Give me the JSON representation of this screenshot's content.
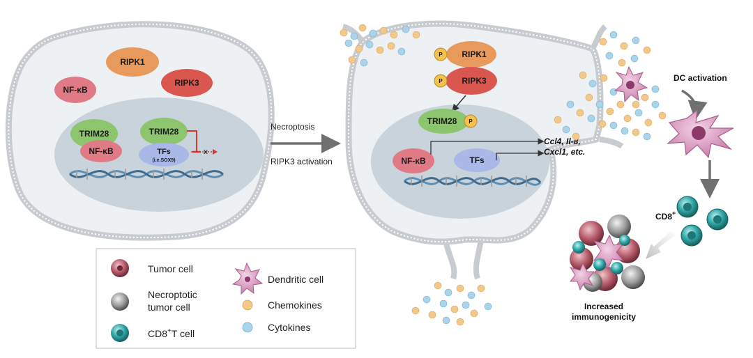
{
  "left_cell": {
    "ripk1": "RIPK1",
    "ripk3": "RIPK3",
    "nfkb": "NF-κB",
    "trim28_a": "TRIM28",
    "nfkb_bound": "NF-κB",
    "trim28_b": "TRIM28",
    "tfs": "TFs",
    "tfs_note": "(i.e.SOX9)"
  },
  "transition": {
    "top_label": "Necroptosis",
    "bottom_label": "RIPK3 activation"
  },
  "right_cell": {
    "p_tag": "P",
    "ripk1": "RIPK1",
    "ripk3": "RIPK3",
    "trim28": "TRIM28",
    "nfkb": "NF-κB",
    "tfs": "TFs",
    "genes_line1": "Ccl4, Il-8,",
    "genes_line2": "Cxcl1, etc."
  },
  "immune": {
    "dc_activation": "DC activation",
    "cd8": "CD8",
    "cd8_sup": "+",
    "increased": "Increased",
    "immunogenicity": "immunogenicity"
  },
  "legend": {
    "tumor_cell": "Tumor cell",
    "necroptotic_1": "Necroptotic",
    "necroptotic_2": "tumor cell",
    "cd8_t_pre": "CD8",
    "cd8_t_sup": "+",
    "cd8_t_post": "T cell",
    "dendritic": "Dendritic cell",
    "chemokines": "Chemokines",
    "cytokines": "Cytokines"
  },
  "colors": {
    "membrane": "#c8ccd0",
    "cytoplasm": "#eef1f3",
    "nucleus": "#c9d3db",
    "ripk1": "#e89a5c",
    "ripk3": "#d9574f",
    "nfkb": "#e07a86",
    "trim28": "#8cc56e",
    "tfs": "#a9b8e6",
    "p_tag": "#f2c14e",
    "chemokine": "#f3c98b",
    "cytokine": "#a9d4ea",
    "dendritic": "#c87aa8",
    "cd8": "#2fa7a7",
    "tumor": "#b45868",
    "necroptotic": "#8d8d8d",
    "inhibit": "#d9342b"
  }
}
